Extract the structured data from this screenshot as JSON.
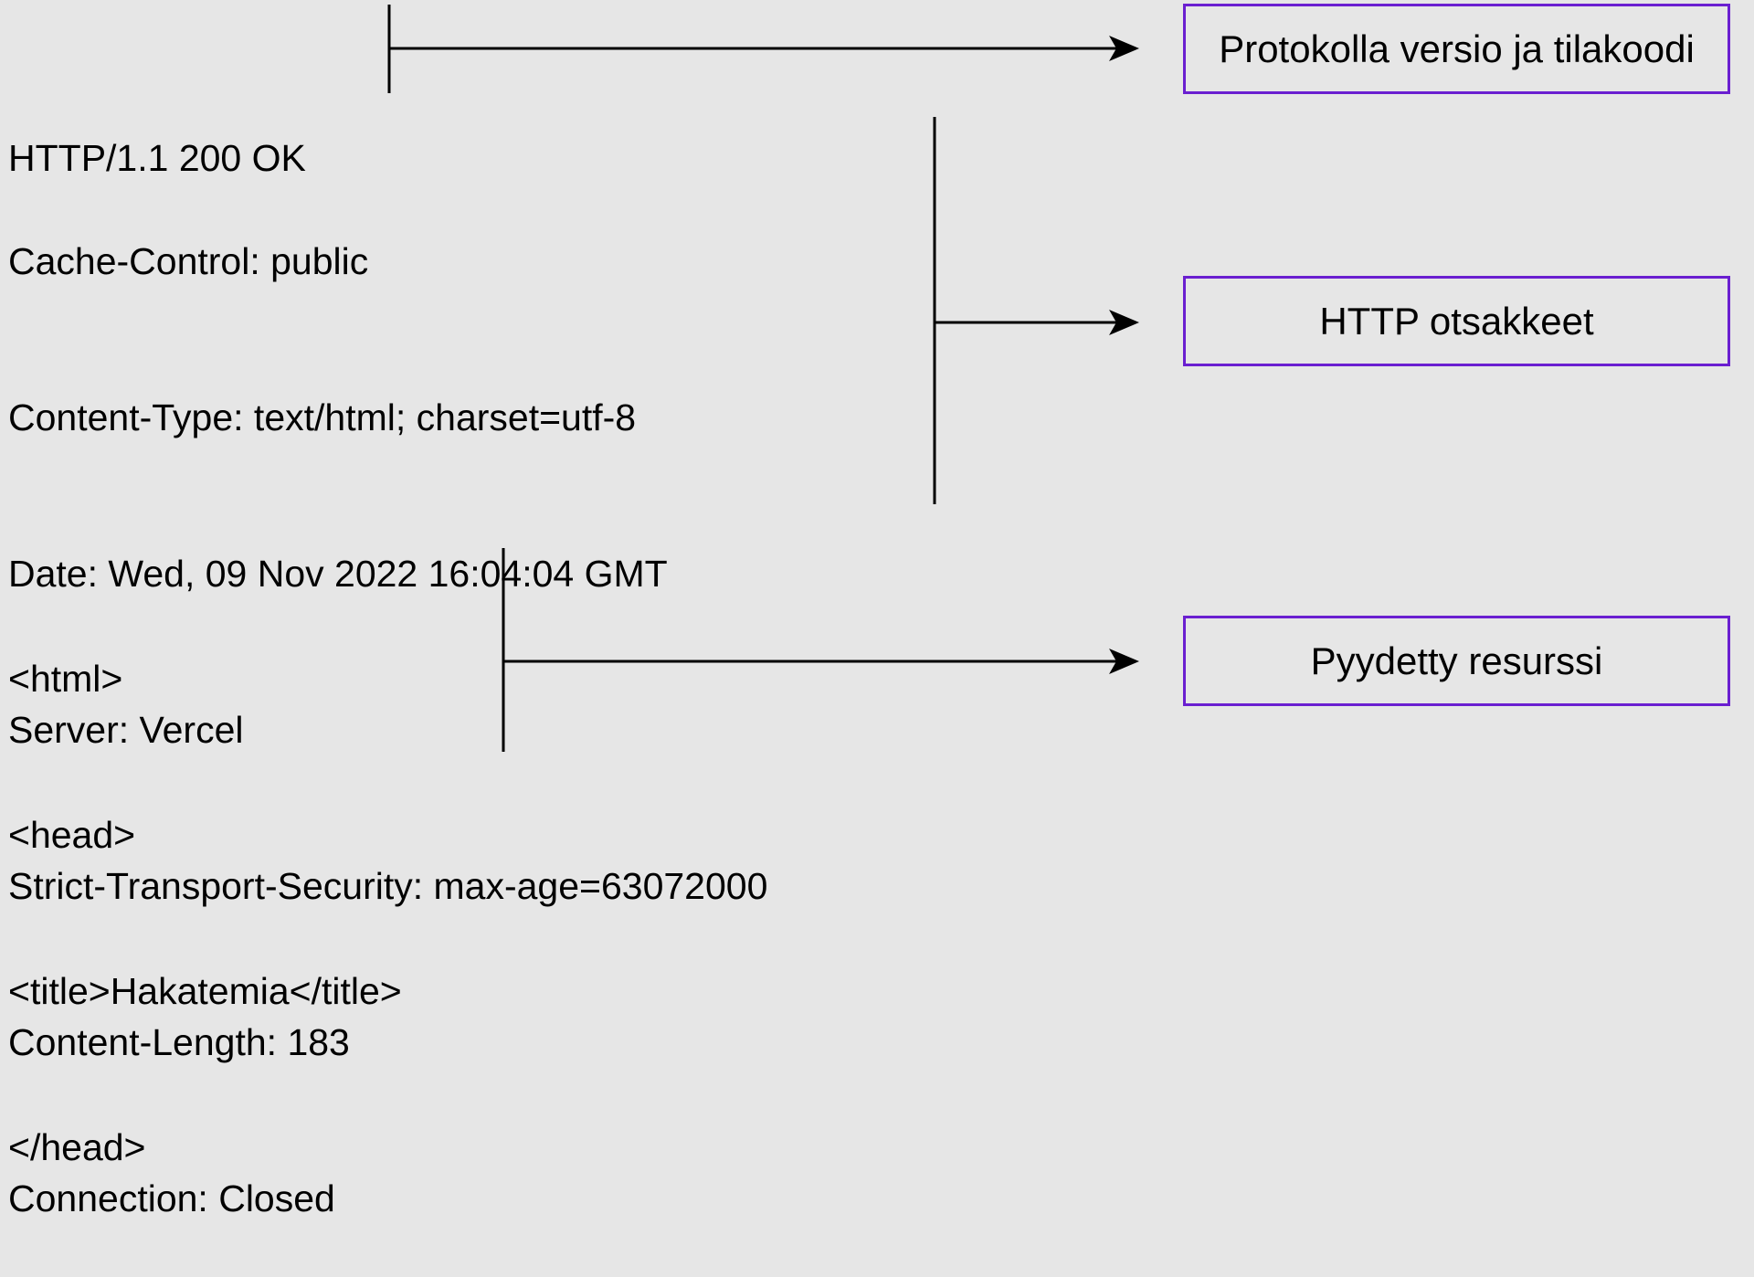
{
  "sections": {
    "status": {
      "lines": [
        "HTTP/1.1 200 OK"
      ],
      "label": "Protokolla versio ja tilakoodi"
    },
    "headers": {
      "lines": [
        "Cache-Control: public",
        "Content-Type: text/html; charset=utf-8",
        "Date: Wed, 09 Nov 2022 16:04:04 GMT",
        "Server: Vercel",
        "Strict-Transport-Security: max-age=63072000",
        "Content-Length: 183",
        "Connection: Closed"
      ],
      "label": "HTTP otsakkeet"
    },
    "body": {
      "lines": [
        "<html>",
        "<head>",
        "<title>Hakatemia</title>",
        "</head>"
      ],
      "label": "Pyydetty resurssi"
    }
  },
  "colors": {
    "background": "#e6e6e6",
    "box_border": "#6a1fd0",
    "line": "#000000"
  }
}
